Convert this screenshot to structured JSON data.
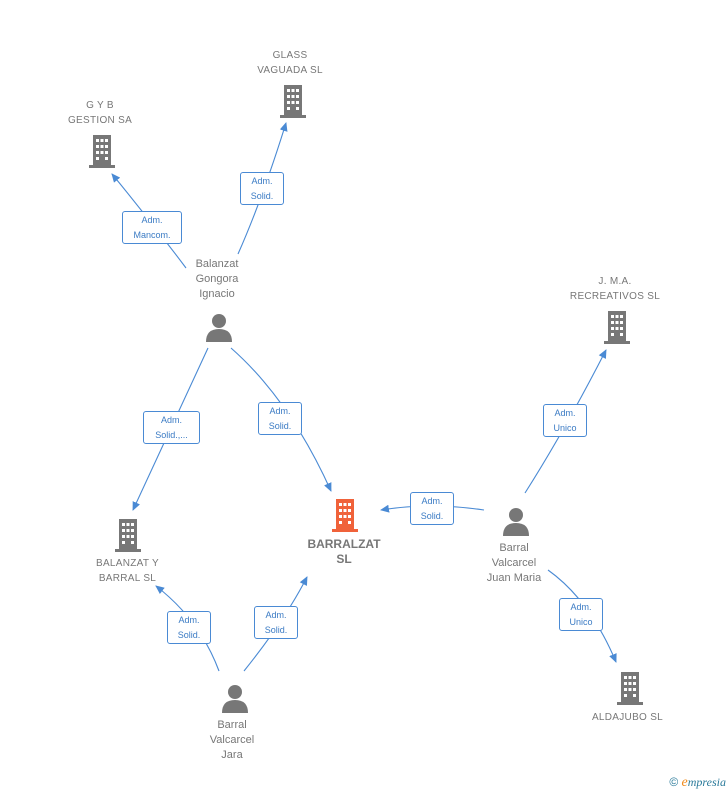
{
  "nodes": {
    "glass": "GLASS\nVAGUADA  SL",
    "gyb": "G Y B\nGESTION SA",
    "balanzat_gongora": "Balanzat\nGongora\nIgnacio",
    "jma": "J. M.A.\nRECREATIVOS SL",
    "barralzat": "BARRALZAT\nSL",
    "balanzat_barral": "BALANZAT Y\nBARRAL  SL",
    "barral_juan": "Barral\nValcarcel\nJuan Maria",
    "barral_jara": "Barral\nValcarcel\nJara",
    "aldajubo": "ALDAJUBO SL"
  },
  "edges": {
    "gongora_glass": "Adm.\nSolid.",
    "gongora_gyb": "Adm.\nMancom.",
    "gongora_balanzat_barral": "Adm.\nSolid.,...",
    "gongora_barralzat": "Adm.\nSolid.",
    "juan_barralzat": "Adm.\nSolid.",
    "juan_jma": "Adm.\nUnico",
    "juan_aldajubo": "Adm.\nUnico",
    "jara_balanzat_barral": "Adm.\nSolid.",
    "jara_barralzat": "Adm.\nSolid."
  },
  "colors": {
    "company": "#777777",
    "center": "#f0623a",
    "person": "#777777",
    "edge": "#4a8ad4"
  },
  "footer": {
    "copyright": "©",
    "brand_initial": "e",
    "brand_rest": "mpresia"
  }
}
